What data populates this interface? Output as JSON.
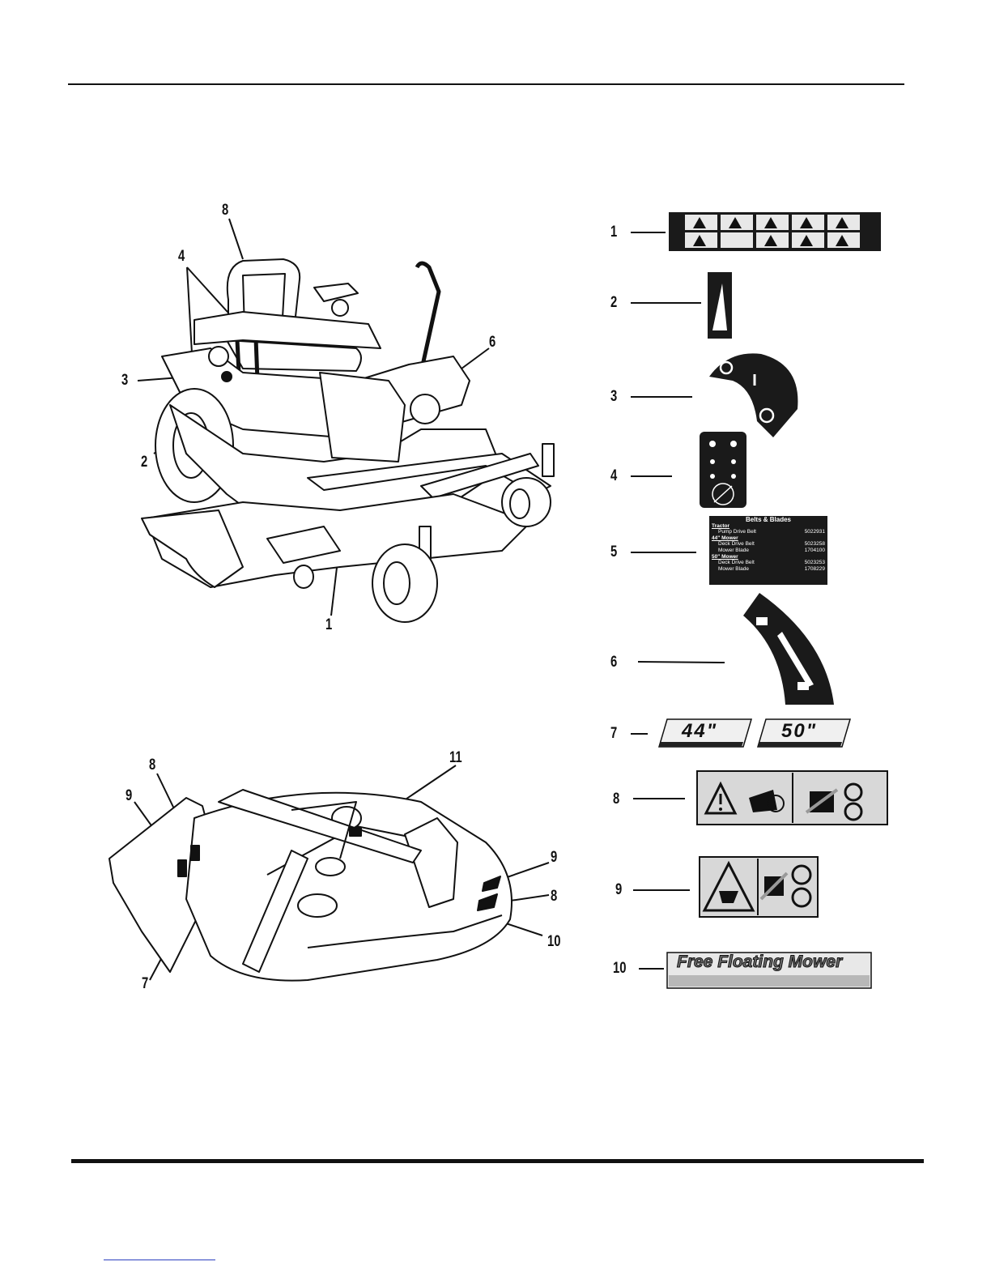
{
  "figures": {
    "tractor": {
      "callouts": [
        "8",
        "4",
        "3",
        "2",
        "6",
        "1"
      ]
    },
    "deck": {
      "callouts": [
        "8",
        "9",
        "11",
        "9",
        "8",
        "10",
        "7"
      ]
    }
  },
  "decals": {
    "callouts": [
      "1",
      "2",
      "3",
      "4",
      "5",
      "6",
      "7",
      "8",
      "9",
      "10"
    ],
    "parts_label": {
      "title": "Belts & Blades",
      "tractor_heading": "Tractor",
      "pump_belt_label": "Pump Drive Belt",
      "pump_belt_part": "5022931",
      "mower44_heading": "44\" Mower",
      "deck_belt_44_label": "Deck Drive Belt",
      "deck_belt_44_part": "5023258",
      "blade_44_label": "Mower Blade",
      "blade_44_part": "1704100",
      "mower50_heading": "50\" Mower",
      "deck_belt_50_label": "Deck Drive Belt",
      "deck_belt_50_part": "5023253",
      "blade_50_label": "Mower Blade",
      "blade_50_part": "1708229"
    },
    "size_44": "44\"",
    "size_50": "50\"",
    "logo_text": "Free Floating Mower"
  }
}
